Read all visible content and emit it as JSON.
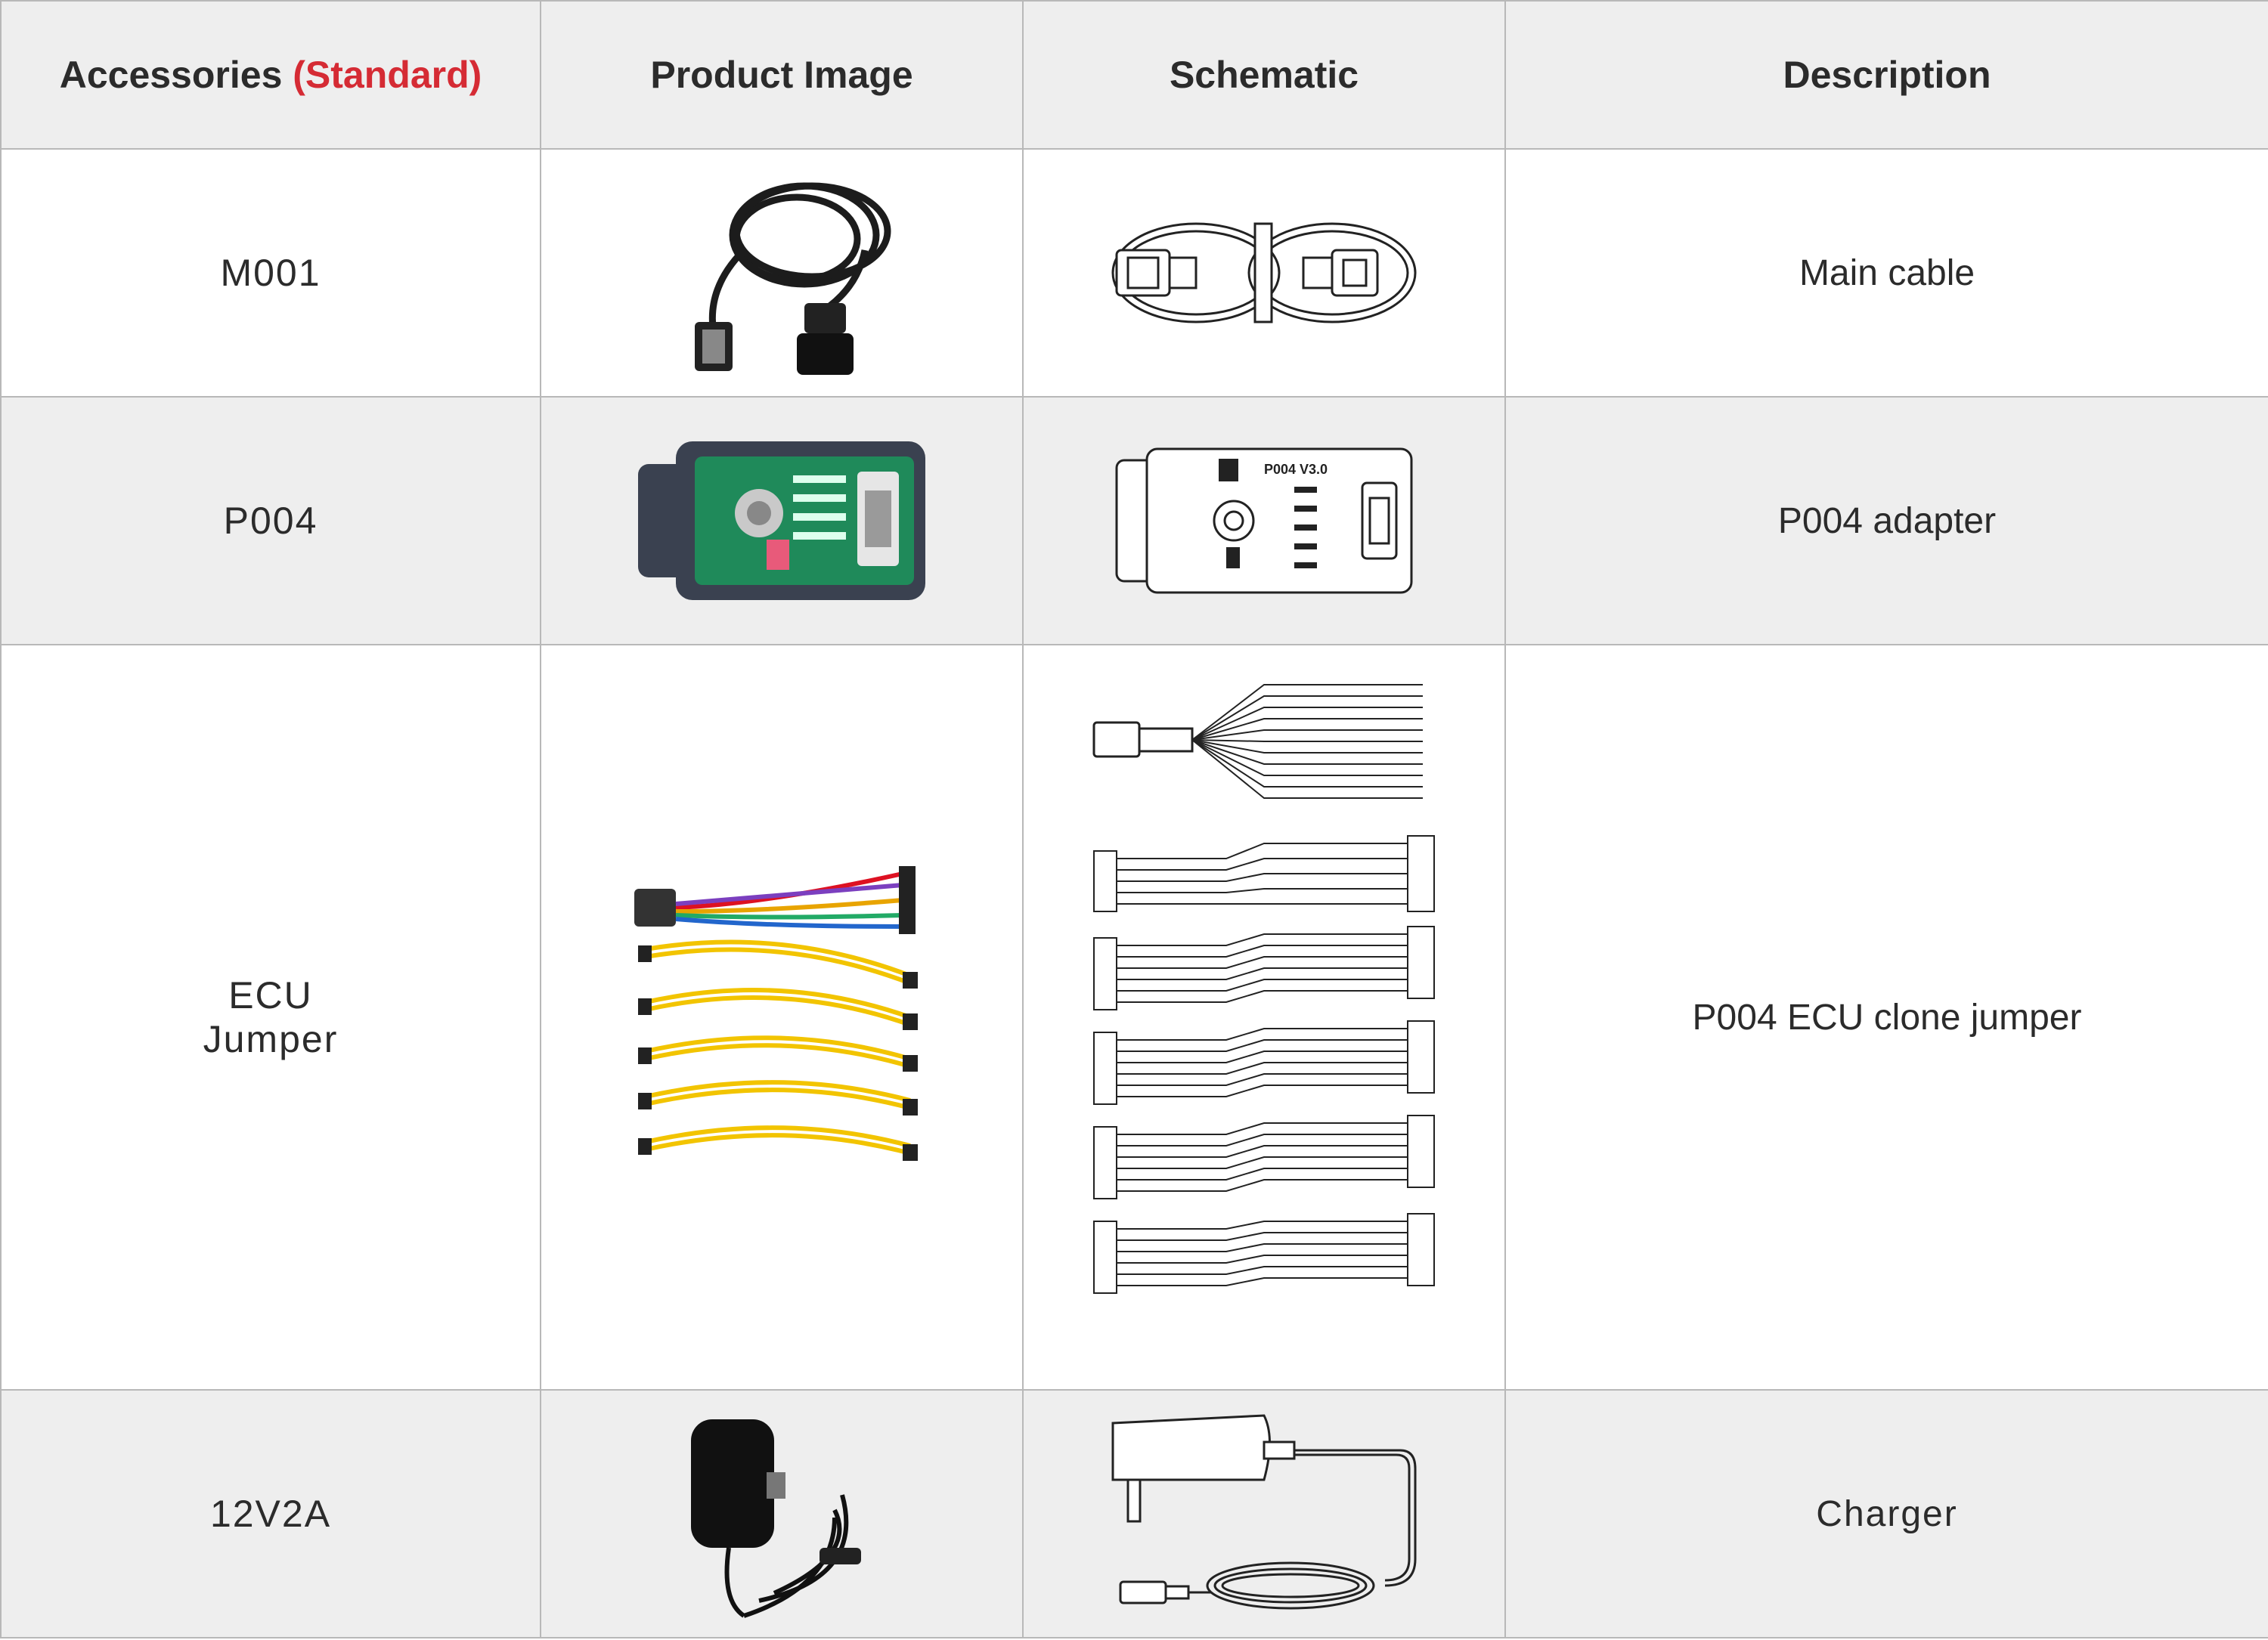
{
  "header": {
    "col1_main": "Accessories",
    "col1_tag": "(Standard)",
    "col2": "Product Image",
    "col3": "Schematic",
    "col4": "Description"
  },
  "colors": {
    "accent_red": "#d52b34",
    "shaded_row": "#eeeeee",
    "border": "#b8b8b8"
  },
  "rows": [
    {
      "accessory": "M001",
      "description": "Main cable",
      "product_icon": "obd-cable-photo",
      "schematic_icon": "cable-schematic"
    },
    {
      "accessory": "P004",
      "description": "P004 adapter",
      "product_icon": "adapter-board-photo",
      "schematic_icon": "adapter-schematic",
      "schematic_label": "P004  V3.0"
    },
    {
      "accessory_line1": "ECU",
      "accessory_line2": "Jumper",
      "description": "P004 ECU clone jumper",
      "product_icon": "jumper-wires-photo",
      "schematic_icon": "jumper-wires-schematic"
    },
    {
      "accessory": "12V2A",
      "description": "Charger",
      "product_icon": "power-adapter-photo",
      "schematic_icon": "charger-schematic"
    }
  ]
}
